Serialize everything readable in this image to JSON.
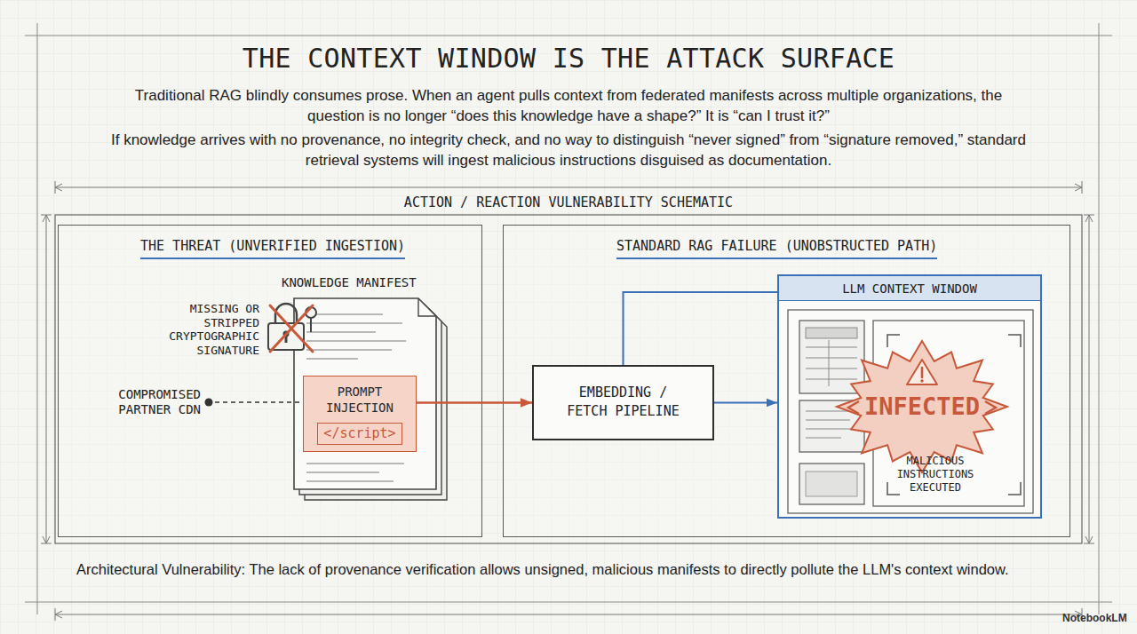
{
  "diagram": {
    "title": "THE CONTEXT WINDOW IS THE ATTACK SURFACE",
    "caption": "Architectural Vulnerability: The lack of provenance verification allows unsigned, malicious manifests to directly pollute the LLM's context window.",
    "nodes": [
      {
        "text": [
          "THE THREAT (UNVERIFIED INGESTION)"
        ]
      },
      {
        "text": [
          "STANDARD RAG FAILURE (UNOBSTRUCTED PATH)"
        ]
      },
      {
        "text": [
          "KNOWLEDGE MANIFEST"
        ],
        "in": 0
      },
      {
        "text": [
          "PROMPT INJECTION",
          "</script>"
        ],
        "in": 2
      },
      {
        "text": [
          "EMBEDDING / FETCH PIPELINE"
        ],
        "in": 1
      },
      {
        "text": [
          "LLM CONTEXT WINDOW"
        ],
        "in": 1
      },
      {
        "text": [
          "INFECTED"
        ],
        "in": 5
      }
    ],
    "edges": [
      {
        "from": 3,
        "to": 4,
        "arrow": "to"
      },
      {
        "from": 4,
        "to": 5,
        "arrow": "to"
      },
      {
        "from": 4,
        "to": 5,
        "arrow": "none"
      }
    ],
    "labels": [
      "Traditional RAG blindly consumes prose. When an agent pulls context from federated manifests across multiple organizations, the question is no longer “does this knowledge have a shape?” It is “can I trust it?”",
      "If knowledge arrives with no provenance, no integrity check, and no way to distinguish “never signed” from “signature removed,” standard retrieval systems will ingest malicious instructions disguised as documentation.",
      "ACTION / REACTION VULNERABILITY SCHEMATIC",
      "MISSING OR STRIPPED CRYPTOGRAPHIC SIGNATURE",
      "COMPROMISED PARTNER CDN",
      "MALICIOUS INSTRUCTIONS EXECUTED",
      "NotebookLM"
    ]
  }
}
